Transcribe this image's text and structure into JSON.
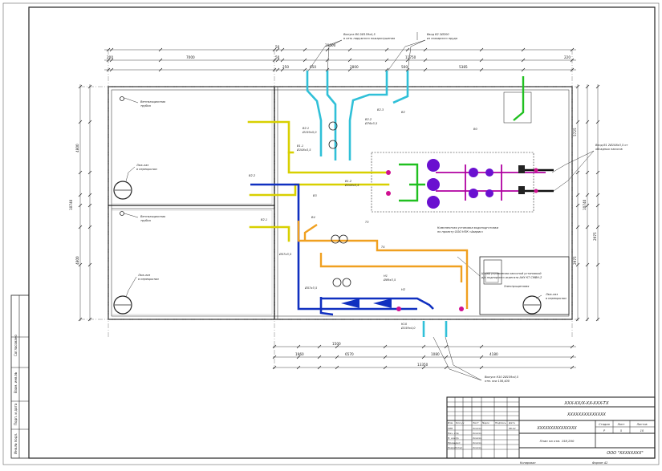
{
  "colors": {
    "frame": "#222222",
    "dim": "#444444",
    "yellow": "#d8d000",
    "cyan": "#30c0d8",
    "blue": "#1030c0",
    "orange": "#f0a020",
    "magenta": "#b000a0",
    "green": "#20c020",
    "purple": "#6a10d0",
    "pink": "#d01090"
  },
  "title_block": {
    "doc_code": "XXX-XX/X-XX-XXX-TX",
    "top_name": "XXXXXXXXXXXXXX",
    "mid_name": "XXXXXXXXXXXXXXX",
    "sheet_title": "План на отм. 158,200",
    "company": "ООО \"XXXXXXXX\"",
    "headers": {
      "stage": "Стадия",
      "sheet": "Лист",
      "sheets": "Листов"
    },
    "stage_value": "P",
    "sheet_value": "5",
    "sheets_value": "10",
    "col_headers": [
      "Изм.",
      "Кол.уч",
      "Лист",
      "№док",
      "Подпись",
      "Дата"
    ],
    "roles": [
      "ГИП",
      "Нач. отд.",
      "Н. контр.",
      "Проверил",
      "Разработал"
    ],
    "names": [
      "Хххххх",
      "Хххххх",
      "Хххххх",
      "Хххххх",
      "Хххххх"
    ],
    "date_mark": "06.12",
    "copied": "Копировал",
    "format": "Формат А2"
  },
  "side_stamp": [
    "Взам. инв.№",
    "Подп. и дата",
    "Инв.№ подл.",
    "Согласовано"
  ],
  "notes": {
    "outlet_top": "Выпуск В0 2Ø159х4,5",
    "outlet_top2": "в сеть наружного пожаротушения",
    "inlet_top": "Ввод В2 2Ø200",
    "inlet_top2": "из пожарного пруда",
    "inlet_right": "Ввод В1 2Ø108х3,5 от",
    "inlet_right2": "обсадных насосов",
    "complete": "Комплектная установка водоподготовки",
    "complete2": "по проекту ООО НПК «Аварис»",
    "control": "Шкаф управления насосной установкой",
    "control2": "и/о подпорного агрегата АНУ КТ CMBH-2",
    "electric": "Электрощитовая",
    "pit": "Люк-лаз",
    "pit2": "в перекрытии",
    "vent": "Вентиляционная",
    "vent2": "трубка",
    "outlet_bot": "Выпуск К10 2Ø159х4,5",
    "outlet_bot2": "отм. оси 156,400"
  },
  "dimensions": {
    "top": [
      "50",
      "29000",
      "7000",
      "50",
      "200",
      "250",
      "650",
      "2800",
      "11750",
      "5385",
      "500",
      "220"
    ],
    "bottom": [
      "1960",
      "1500",
      "6570",
      "1080",
      "4180",
      "13350"
    ],
    "left": [
      "4800",
      "10740",
      "4800"
    ],
    "right": [
      "5725",
      "10740",
      "2975",
      "2975"
    ]
  },
  "pipe_labels": [
    "В1.1",
    "В1.2",
    "В2",
    "В2.1",
    "В2.2",
    "В2.3",
    "В0",
    "К10",
    "Т3",
    "Т4",
    "В3",
    "В4",
    "Н1",
    "Н2",
    "Ø159х5,0",
    "Ø108х3,5",
    "Ø76х3,5",
    "Ø57х3,5",
    "Ø89х3,5",
    "Ø159х4,0"
  ]
}
